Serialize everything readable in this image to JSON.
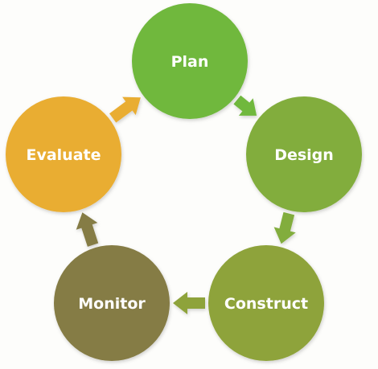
{
  "diagram": {
    "type": "cycle",
    "nodes": [
      {
        "id": "plan",
        "label": "Plan",
        "color": "#6fb83d"
      },
      {
        "id": "design",
        "label": "Design",
        "color": "#82ad3c"
      },
      {
        "id": "construct",
        "label": "Construct",
        "color": "#8ea33a"
      },
      {
        "id": "monitor",
        "label": "Monitor",
        "color": "#857c44"
      },
      {
        "id": "evaluate",
        "label": "Evaluate",
        "color": "#e9ad33"
      }
    ],
    "edges": [
      {
        "from": "plan",
        "to": "design",
        "color": "#6fb83d"
      },
      {
        "from": "design",
        "to": "construct",
        "color": "#82ad3c"
      },
      {
        "from": "construct",
        "to": "monitor",
        "color": "#8ea33a"
      },
      {
        "from": "monitor",
        "to": "evaluate",
        "color": "#857c44"
      },
      {
        "from": "evaluate",
        "to": "plan",
        "color": "#e9ad33"
      }
    ]
  }
}
